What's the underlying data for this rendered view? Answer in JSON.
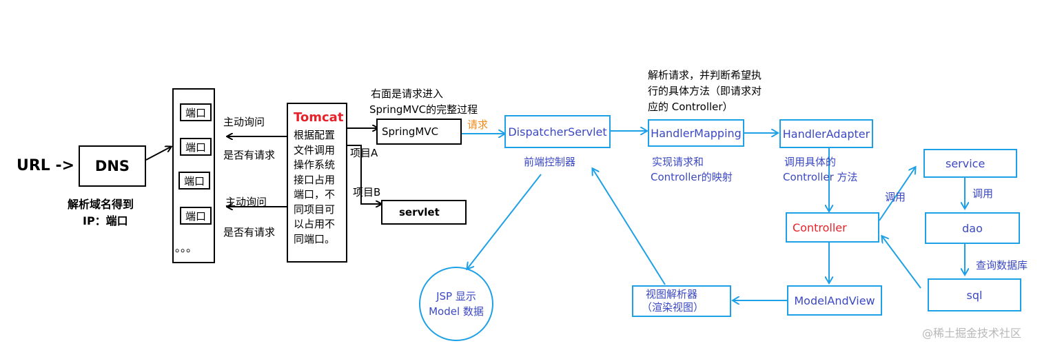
{
  "url_label": "URL ->",
  "dns": {
    "label": "DNS",
    "caption_line1": "解析域名得到",
    "caption_line2": "IP：端口"
  },
  "ports": {
    "items": [
      "端口",
      "端口",
      "端口",
      "端口"
    ],
    "ellipsis": "。。。"
  },
  "between_ports_tomcat": {
    "top_line1": "主动询问",
    "top_line2": "是否有请求",
    "bottom_line1": "主动询问",
    "bottom_line2": "是否有请求"
  },
  "tomcat": {
    "title": "Tomcat",
    "lines": [
      "根据配置",
      "文件调用",
      "操作系统",
      "接口占用",
      "端口，不",
      "同项目可",
      "以占用不",
      "同端口。"
    ]
  },
  "projects": {
    "a": "项目A",
    "b": "项目B"
  },
  "springmvc_note": {
    "line1": "右面是请求进入",
    "line2": "SpringMVC的完整过程"
  },
  "springmvc_box": "SpringMVC",
  "servlet_box": "servlet",
  "request_label": "请求",
  "dispatcher": {
    "label": "DispatcherServlet",
    "caption": "前端控制器"
  },
  "mapping_note": {
    "line1": "解析请求，并判断希望执",
    "line2": "行的具体方法（即请求对",
    "line3": "应的 Controller）"
  },
  "handler_mapping": {
    "label": "HandlerMapping",
    "caption_line1": "实现请求和",
    "caption_line2": "Controller的映射"
  },
  "handler_adapter": {
    "label": "HandlerAdapter",
    "caption_line1": "调用具体的",
    "caption_line2": "Controller 方法"
  },
  "controller": {
    "label": "Controller"
  },
  "call_label_1": "调用",
  "call_label_2": "调用",
  "service": "service",
  "dao": "dao",
  "query_db": "查询数据库",
  "sql": "sql",
  "model_and_view": "ModelAndView",
  "view_resolver": {
    "line1": "视图解析器",
    "line2": "（渲染视图）"
  },
  "jsp": {
    "line1": "JSP 显示",
    "line2": "Model 数据"
  },
  "watermark": "@稀土掘金技术社区",
  "colors": {
    "blue_box": "#1ea0e6",
    "blue_text": "#3b48c4",
    "red": "#e5222a",
    "orange": "#f28a1c"
  }
}
